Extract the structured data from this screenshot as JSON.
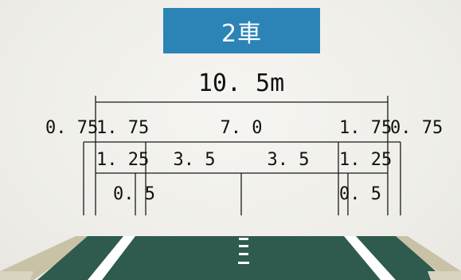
{
  "title": "2車",
  "total_width": "10. 5m",
  "row1": {
    "left_outer": "0. 75",
    "left_inner": "1. 75",
    "center": "7. 0",
    "right_inner": "1. 75",
    "right_outer": "0. 75"
  },
  "row2": {
    "left": "1. 25",
    "lane_left": "3. 5",
    "lane_right": "3. 5",
    "right": "1. 25"
  },
  "row3": {
    "left": "0. 5",
    "right": "0. 5"
  },
  "colors": {
    "badge": "#2b83b6",
    "road": "#2f5a4e",
    "curb": "#c9c2a6",
    "marking": "#ffffff"
  }
}
